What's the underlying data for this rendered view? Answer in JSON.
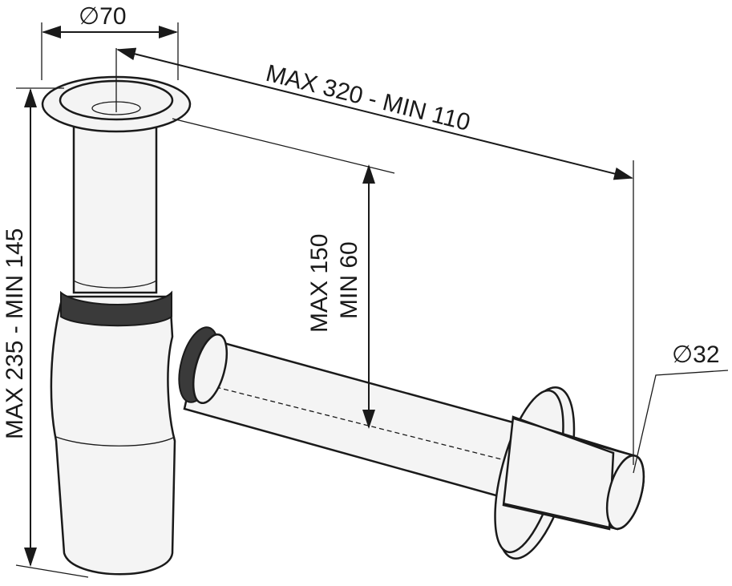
{
  "title": "Bottle siphon dimension drawing",
  "dimensions": {
    "inlet_diameter": "∅70",
    "horizontal_length": "MAX 320 - MIN 110",
    "outlet_height_max": "MAX 150",
    "outlet_height_min": "MIN 60",
    "total_height": "MAX 235 - MIN 145",
    "outlet_diameter": "∅32"
  }
}
